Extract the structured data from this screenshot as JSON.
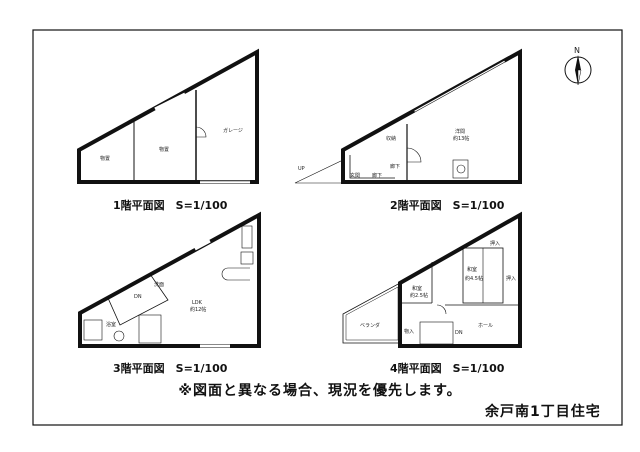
{
  "floors": [
    {
      "caption": "1階平面図　S=1/100",
      "rooms": [
        "物置",
        "物置",
        "ガレージ"
      ]
    },
    {
      "caption": "2階平面図　S=1/100",
      "rooms": [
        "洋間",
        "約13帖",
        "収納",
        "玄関",
        "廊下",
        "廊下",
        "UP"
      ]
    },
    {
      "caption": "3階平面図　S=1/100",
      "rooms": [
        "LDK",
        "約12帖",
        "洗面",
        "浴室",
        "DN"
      ]
    },
    {
      "caption": "4階平面図　S=1/100",
      "rooms": [
        "押入",
        "和室",
        "約4.5帖",
        "押入",
        "和室",
        "約2.5帖",
        "ベランダ",
        "ホール",
        "物入",
        "DN"
      ]
    }
  ],
  "compass": {
    "label": "N"
  },
  "notice": "※図面と異なる場合、現況を優先します。",
  "building_name": "余戸南1丁目住宅"
}
